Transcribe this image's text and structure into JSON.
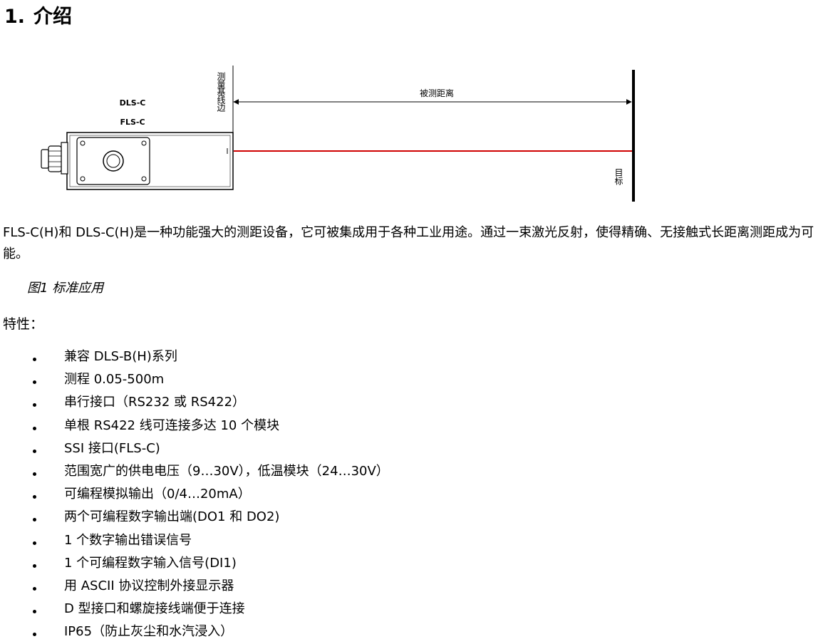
{
  "section": {
    "number": "1.",
    "title": "介绍"
  },
  "figure": {
    "model_top": "DLS-C",
    "model_bottom": "FLS-C",
    "baseline_label": "测量基线边",
    "distance_label": "被测距离",
    "target_label": "目标",
    "laser_color": "#d00000"
  },
  "intro_text": "FLS-C(H)和 DLS-C(H)是一种功能强大的测距设备，它可被集成用于各种工业用途。通过一束激光反射，使得精确、无接触式长距离测距成为可能。",
  "caption": "图1  标准应用",
  "features_heading": "特性：",
  "features": [
    "兼容 DLS-B(H)系列",
    "测程 0.05-500m",
    "串行接口（RS232 或 RS422）",
    "单根 RS422 线可连接多达 10 个模块",
    "SSI 接口(FLS-C)",
    "范围宽广的供电电压（9…30V），低温模块（24…30V）",
    "可编程模拟输出（0/4…20mA）",
    "两个可编程数字输出端(DO1 和 DO2)",
    "1 个数字输出错误信号",
    "1 个可编程数字输入信号(DI1)",
    "用 ASCII 协议控制外接显示器",
    "D 型接口和螺旋接线端便于连接",
    "IP65（防止灰尘和水汽浸入）"
  ]
}
